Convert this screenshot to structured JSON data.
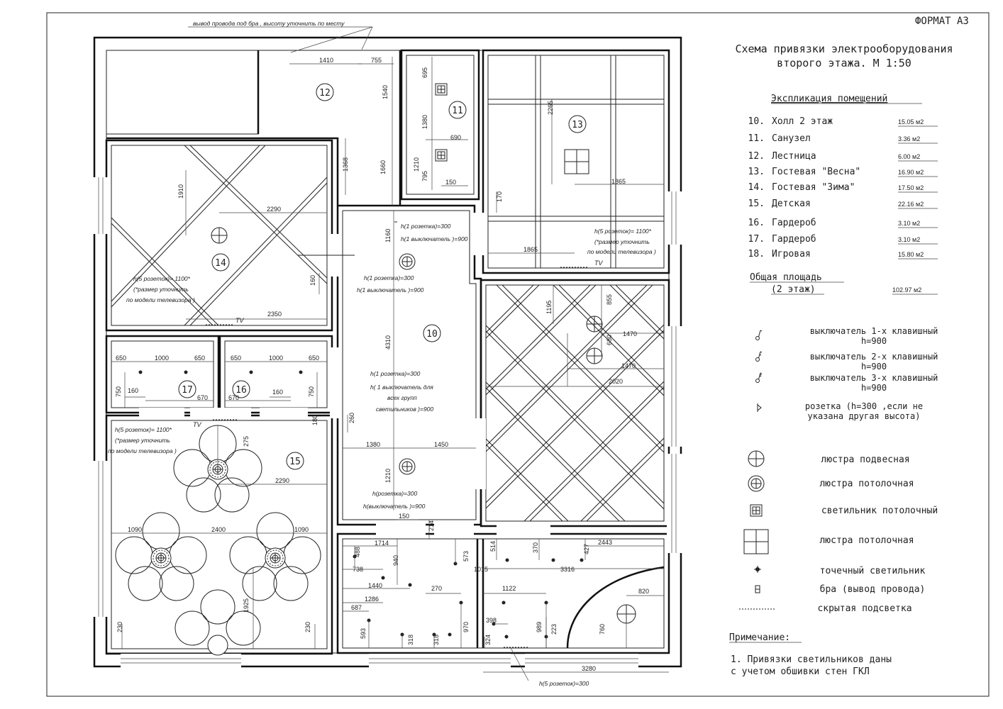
{
  "sheet": {
    "format": "ФОРМАТ А3"
  },
  "title": {
    "line1": "Схема привязки электрооборудования",
    "line2": "второго этажа. М 1:50"
  },
  "explication": {
    "heading": "Экспликация помещений",
    "rooms": [
      {
        "num": "10.",
        "name": "Холл 2 этаж",
        "area": "15.05 м2"
      },
      {
        "num": "11.",
        "name": "Санузел",
        "area": "3.36 м2"
      },
      {
        "num": "12.",
        "name": "Лестница",
        "area": "6.00 м2"
      },
      {
        "num": "13.",
        "name": "Гостевая \"Весна\"",
        "area": "16.90 м2"
      },
      {
        "num": "14.",
        "name": "Гостевая \"Зима\"",
        "area": "17.50 м2"
      },
      {
        "num": "15.",
        "name": "Детская",
        "area": "22.16 м2"
      },
      {
        "num": "16.",
        "name": "Гардероб",
        "area": "3.10 м2"
      },
      {
        "num": "17.",
        "name": "Гардероб",
        "area": "3.10 м2"
      },
      {
        "num": "18.",
        "name": "Игровая",
        "area": "15.80 м2"
      }
    ],
    "total_label_1": "Общая площадь",
    "total_label_2": "(2 этаж)",
    "total_area": "102.97 м2"
  },
  "legend": [
    {
      "icon": "switch-1-icon",
      "line1": "выключатель 1-х клавишный",
      "line2": "h=900"
    },
    {
      "icon": "switch-2-icon",
      "line1": "выключатель 2-х клавишный",
      "line2": "h=900"
    },
    {
      "icon": "switch-3-icon",
      "line1": "выключатель 3-х клавишный",
      "line2": "h=900"
    },
    {
      "icon": "socket-icon",
      "line1": "розетка (h=300 ,если не",
      "line2": "указана другая высота)"
    },
    {
      "icon": "pendant-chandelier-icon",
      "line1": "люстра подвесная",
      "line2": ""
    },
    {
      "icon": "ceiling-chandelier-icon",
      "line1": "люстра потолочная",
      "line2": ""
    },
    {
      "icon": "ceiling-lamp-icon",
      "line1": "светильник потолочный",
      "line2": ""
    },
    {
      "icon": "ceiling-chandelier-square-icon",
      "line1": "люстра потолочная",
      "line2": ""
    },
    {
      "icon": "spot-light-icon",
      "line1": "точечный светильник",
      "line2": ""
    },
    {
      "icon": "sconce-icon",
      "line1": "бра (вывод провода)",
      "line2": ""
    },
    {
      "icon": "hidden-light-icon",
      "line1": "скрытая подсветка",
      "line2": ""
    }
  ],
  "note": {
    "heading": "Примечание:",
    "line1": "1. Привязки светильников даны",
    "line2": "с учетом обшивки стен ГКЛ"
  },
  "plan": {
    "room_numbers": [
      "12",
      "11",
      "13",
      "14",
      "10",
      "17",
      "16",
      "15"
    ],
    "notes": {
      "sconce": "вывод провода под бра , высоту уточнить по месту",
      "r13_a": "h(5 розеток)= 1100*",
      "r13_b": "(*размер уточнить",
      "r13_c": "по модели телевизора )",
      "tv": "TV",
      "r14_a": "h(5 розеток)= 1100*",
      "r14_b": "(*размер уточнить",
      "r14_c": "по модели телевизора )",
      "r15_a": "h(5 розеток)= 1100*",
      "r15_b": "(*размер уточнить",
      "r15_c": "по модели телевизора )",
      "hall_a1": "h(1 розетка)=300",
      "hall_a2": "h(1 выключатель )=900",
      "hall_b1": "h(1 розетка)=300",
      "hall_b2": "h(1 выключатель )=900",
      "hall_c1": "h(1 розетка)=300",
      "hall_c2": "h( 1 выключатель для",
      "hall_c3": "всех групп",
      "hall_c4": "светильников )=900",
      "hall_d1": "h(розетка)=300",
      "hall_d2": "h(выключатель )=900",
      "bottom": "h(5 розеток)=300"
    },
    "dims": {
      "d1410": "1410",
      "d755": "755",
      "d1540": "1540",
      "d1368": "1368",
      "d1660": "1660",
      "d695": "695",
      "d1380": "1380",
      "d690": "690",
      "d1210": "1210",
      "d795": "795",
      "d150": "150",
      "d2265": "2265",
      "d1865a": "1865",
      "d1865b": "1865",
      "d170": "170",
      "d1910": "1910",
      "d2290a": "2290",
      "d2350": "2350",
      "d160a": "160",
      "d1160": "1160",
      "d4310": "4310",
      "d650a": "650",
      "d1000a": "1000",
      "d650b": "650",
      "d650c": "650",
      "d1000b": "1000",
      "d650d": "650",
      "d750a": "750",
      "d160b": "160",
      "d670a": "670",
      "d670b": "670",
      "d160c": "160",
      "d750b": "750",
      "d1195": "1195",
      "d855": "855",
      "d1470a": "1470",
      "d680": "680",
      "d1470b": "1470",
      "d2020": "2020",
      "d260": "260",
      "d180": "180",
      "d1380b": "1380",
      "d1450": "1450",
      "d1210b": "1210",
      "d150b": "150",
      "d214": "214",
      "d275": "275",
      "d2290b": "2290",
      "d1090a": "1090",
      "d2400": "2400",
      "d1090b": "1090",
      "d1925": "1925",
      "d230a": "230",
      "d230b": "230",
      "d1714": "1714",
      "d488": "488",
      "d738": "738",
      "d940": "940",
      "d573": "573",
      "d514": "514",
      "d370": "370",
      "d427": "427",
      "d2443": "2443",
      "d1015": "1015",
      "d3316": "3316",
      "d1440": "1440",
      "d270": "270",
      "d1122": "1122",
      "d820": "820",
      "d1286": "1286",
      "d687": "687",
      "d970": "970",
      "d989": "989",
      "d223": "223",
      "d760": "760",
      "d398": "398",
      "d593": "593",
      "d318a": "318",
      "d318b": "318",
      "d324": "324",
      "d3280": "3280"
    }
  }
}
